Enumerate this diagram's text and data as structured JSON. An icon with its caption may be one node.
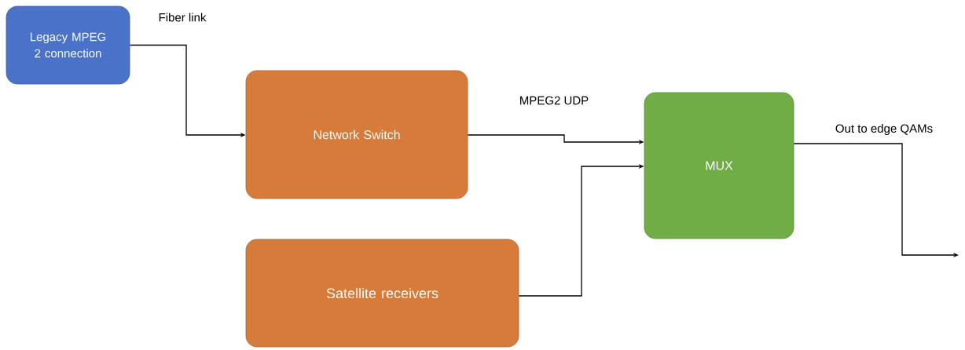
{
  "diagram": {
    "nodes": [
      {
        "text": [
          "Legacy MPEG 2 connection"
        ]
      },
      {
        "text": [
          "Network Switch"
        ]
      },
      {
        "text": [
          "Satellite receivers"
        ]
      },
      {
        "text": [
          "MUX"
        ]
      }
    ],
    "edges": [
      {
        "from": 0,
        "to": 1,
        "arrow": "to",
        "label": "Fiber link"
      },
      {
        "from": 1,
        "to": 3,
        "arrow": "to",
        "label": "MPEG2 UDP"
      },
      {
        "from": 2,
        "to": 3,
        "arrow": "to"
      },
      {
        "from": 3,
        "to": null,
        "arrow": "to",
        "label": "Out to edge QAMs"
      }
    ]
  }
}
